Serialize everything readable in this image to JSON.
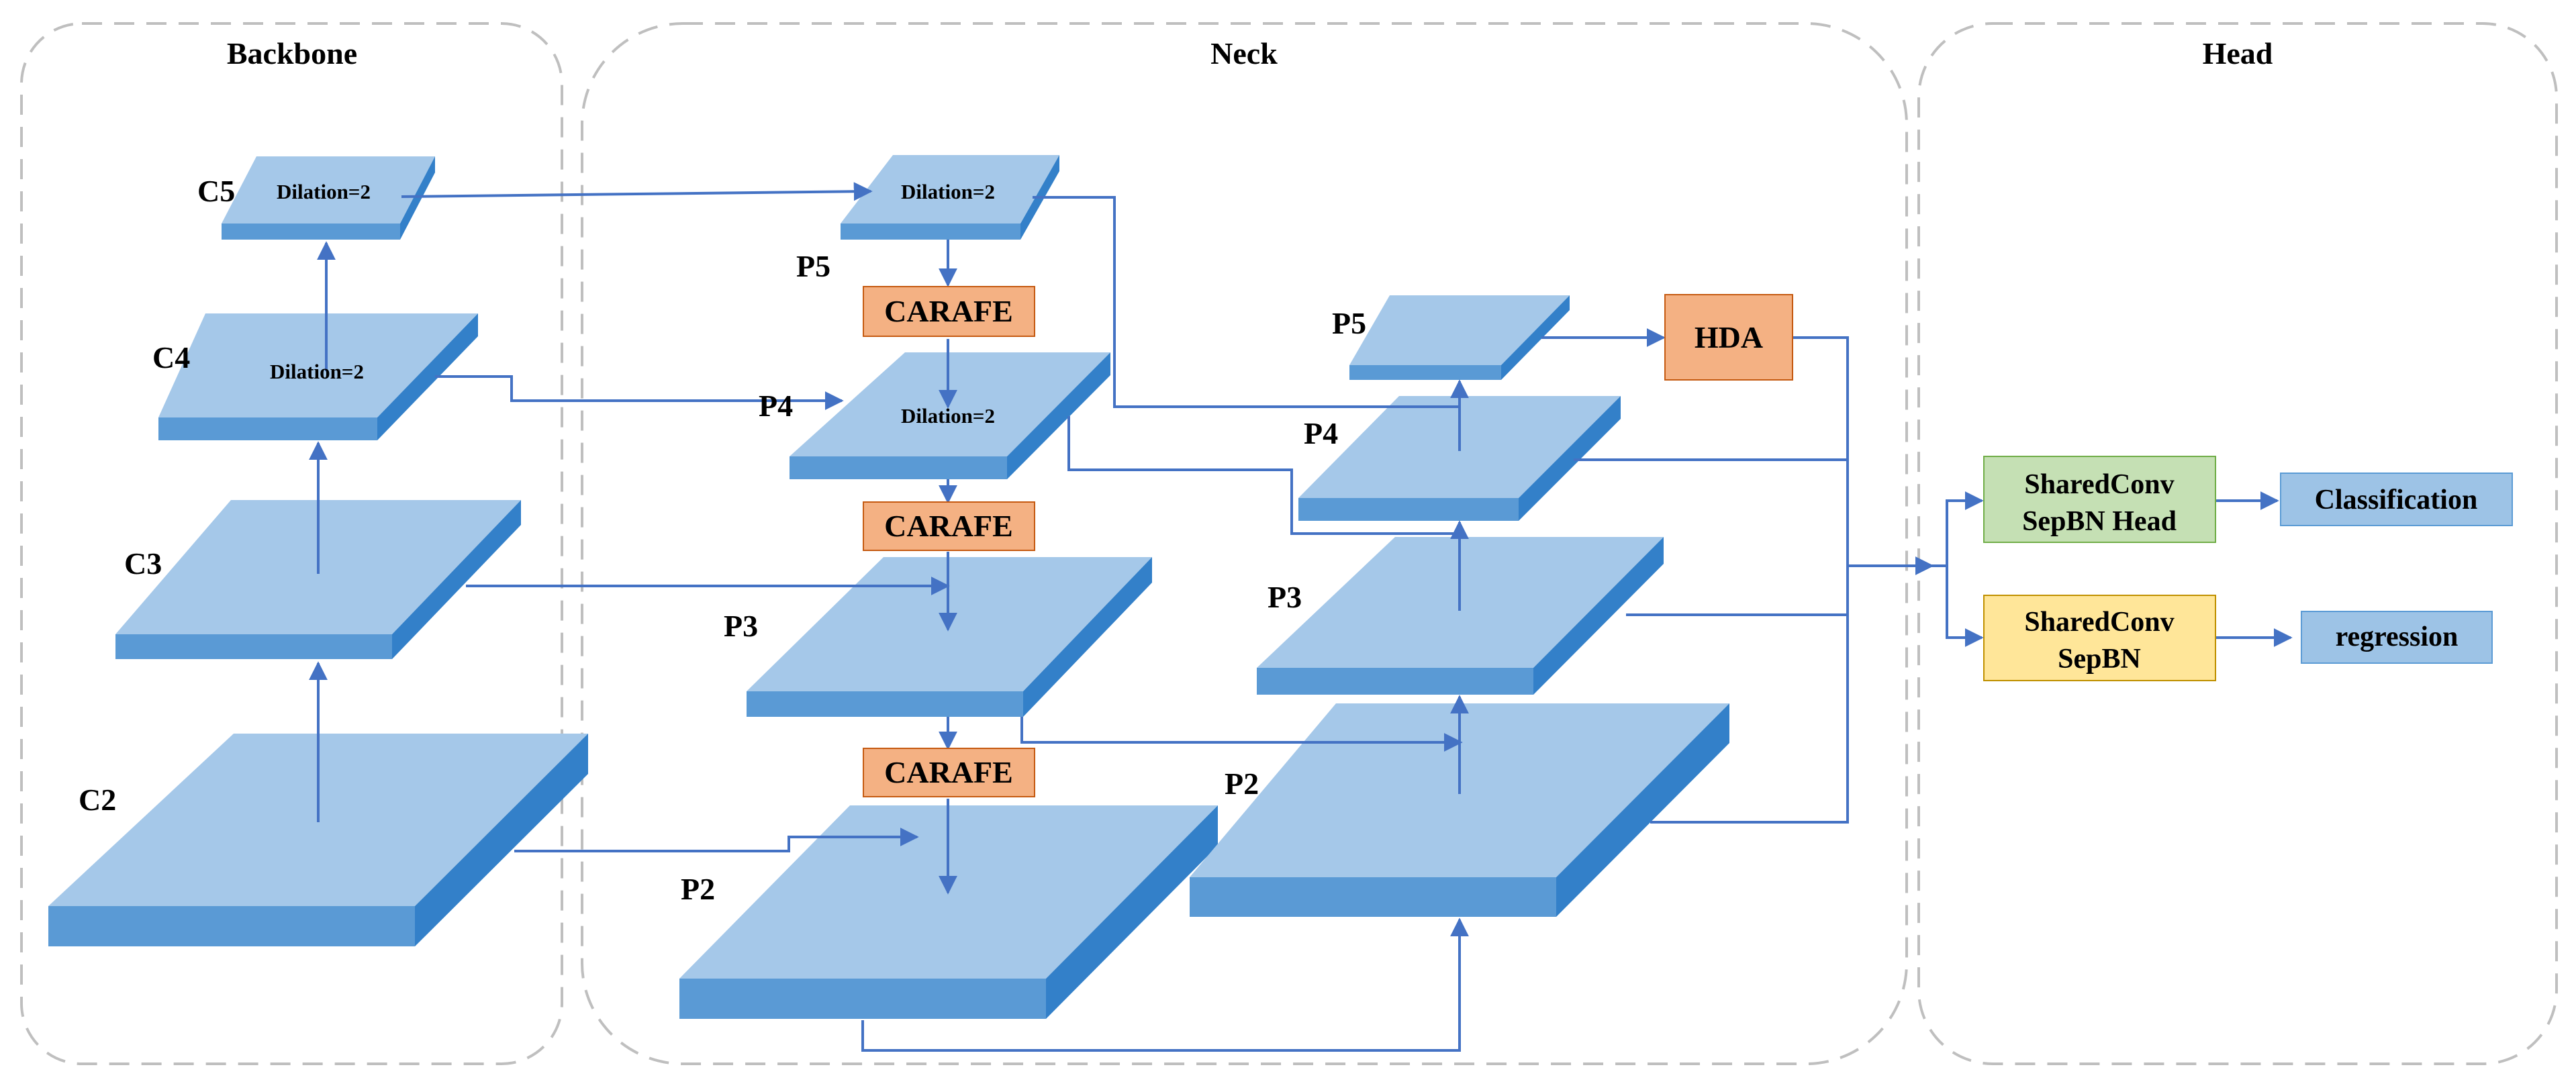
{
  "panels": {
    "backbone": "Backbone",
    "neck": "Neck",
    "head": "Head"
  },
  "backbone": {
    "c5": "C5",
    "c4": "C4",
    "c3": "C3",
    "c2": "C2",
    "c5_dilation": "Dilation=2",
    "c4_dilation": "Dilation=2"
  },
  "neck": {
    "td_p5": "P5",
    "td_p4": "P4",
    "td_p3": "P3",
    "td_p2": "P2",
    "td_p5_dilation": "Dilation=2",
    "td_p4_dilation": "Dilation=2",
    "carafe1": "CARAFE",
    "carafe2": "CARAFE",
    "carafe3": "CARAFE",
    "bu_p5": "P5",
    "bu_p4": "P4",
    "bu_p3": "P3",
    "bu_p2": "P2",
    "hda": "HDA"
  },
  "head": {
    "shared_conv_sepbn_head_line1": "SharedConv",
    "shared_conv_sepbn_head_line2": "SepBN Head",
    "shared_conv_sepbn_line1": "SharedConv",
    "shared_conv_sepbn_line2": "SepBN",
    "classification": "Classification",
    "regression": "regression"
  },
  "colors": {
    "layer_top": "#a5c8e9",
    "layer_front": "#5a9ad5",
    "layer_side": "#3380c9",
    "carafe_fill": "#f4b183",
    "hda_fill": "#f4b183",
    "head_green": "#c5e0b4",
    "head_yellow": "#ffe699",
    "output_blue": "#9dc3e6",
    "arrow": "#4472c4",
    "panel_border": "#bfbfbf"
  }
}
